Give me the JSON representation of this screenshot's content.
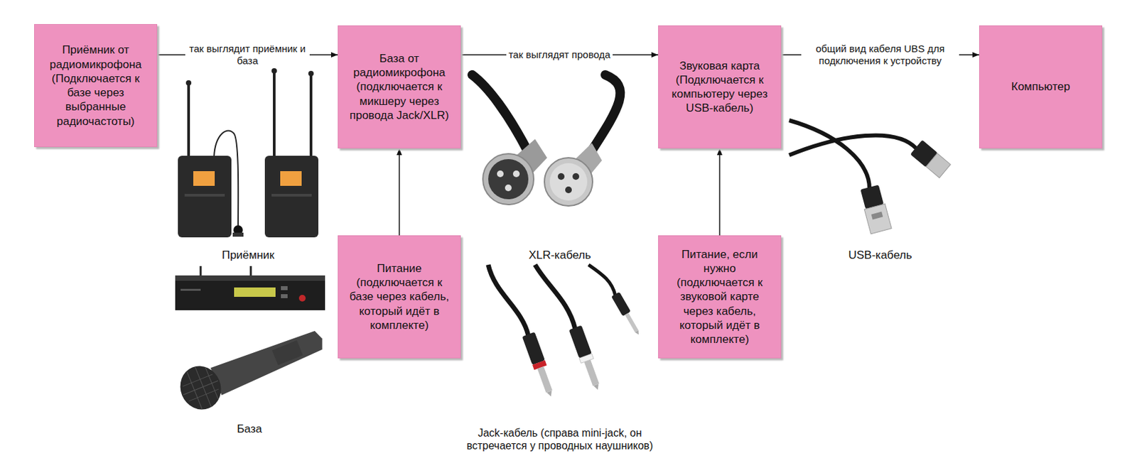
{
  "diagram": {
    "nodes": [
      {
        "text": [
          "Приёмник от радиомикрофона (Подключается к базе через выбранные радиочастоты)"
        ]
      },
      {
        "text": [
          "База от радиомикрофона (подключается к микшеру через провода Jack/XLR)"
        ]
      },
      {
        "text": [
          "Питание (подключается к базе через кабель, который идёт в комплекте)"
        ]
      },
      {
        "text": [
          "Звуковая карта (Подключается к компьютеру через USB-кабель)"
        ]
      },
      {
        "text": [
          "Питание, если нужно (подключается к звуковой карте через кабель, который идёт в комплекте)"
        ]
      },
      {
        "text": [
          "Компьютер"
        ]
      }
    ],
    "edges": [
      {
        "from": 0,
        "to": 1,
        "arrow": "to",
        "label": "так выглядит приёмник и база"
      },
      {
        "from": 1,
        "to": 3,
        "arrow": "to",
        "label": "так выглядят провода"
      },
      {
        "from": 2,
        "to": 1,
        "arrow": "to"
      },
      {
        "from": 4,
        "to": 3,
        "arrow": "to"
      },
      {
        "from": 3,
        "to": 5,
        "arrow": "to",
        "label": "общий вид кабеля UBS для подключения к устройству"
      }
    ],
    "labels": [
      "Приёмник",
      "База",
      "XLR-кабель",
      "Jack-кабель (справа mini-jack, он встречается у проводных наушников)",
      "USB-кабель"
    ]
  }
}
